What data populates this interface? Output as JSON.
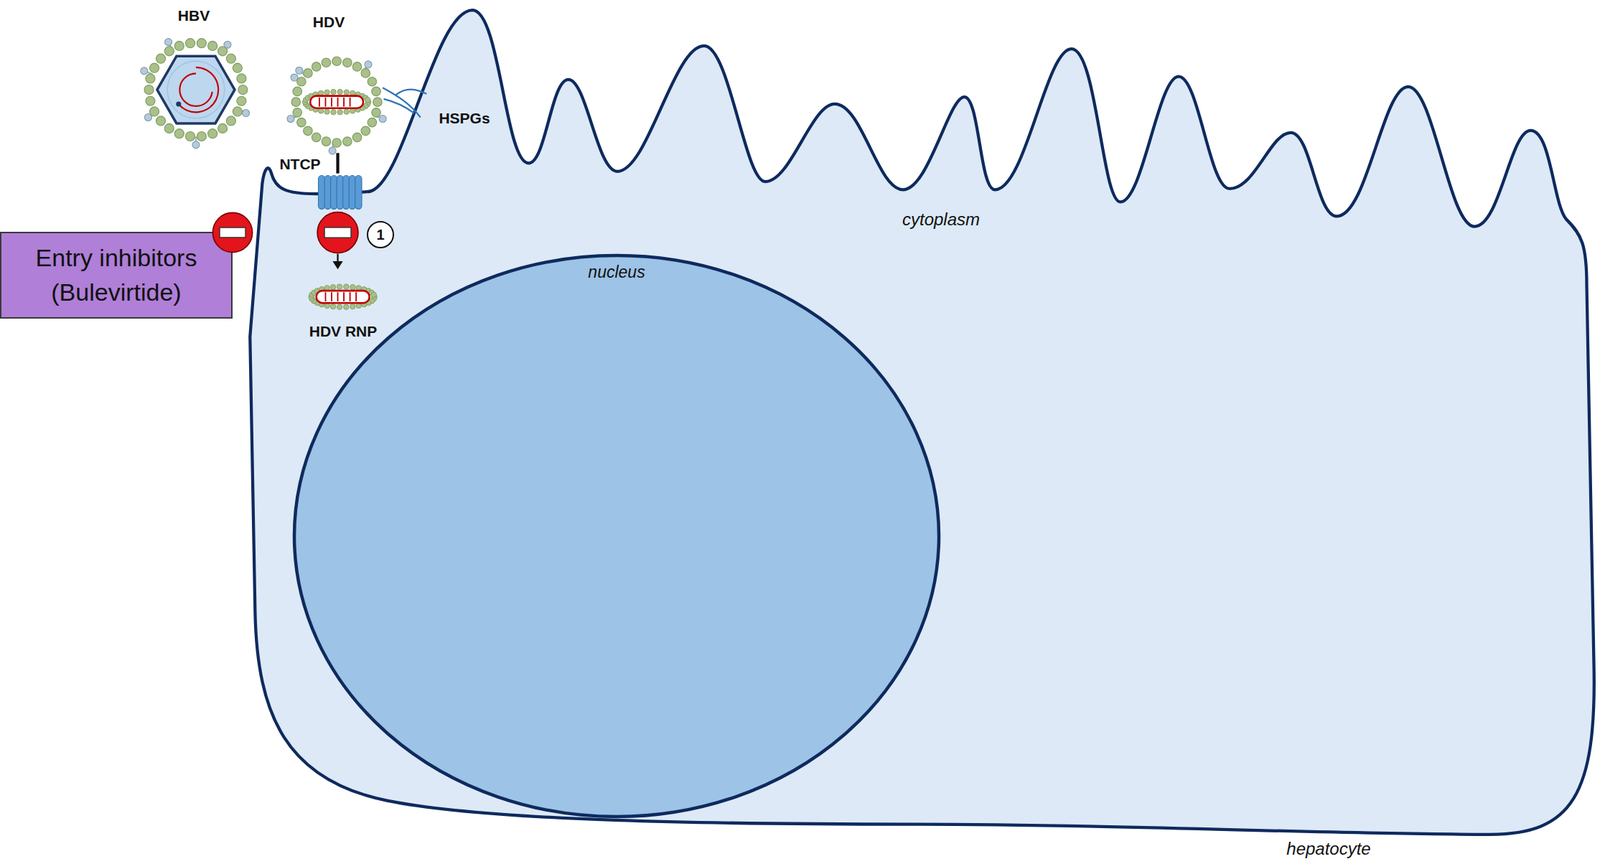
{
  "diagram": {
    "nodes": [
      {
        "text": [
          "Entry inhibitors (Bulevirtide)"
        ]
      },
      {
        "text": [
          "cytoplasm",
          "hepatocyte"
        ]
      },
      {
        "text": [
          "1"
        ],
        "in": 1
      },
      {
        "text": [
          "nucleus"
        ],
        "in": 1
      }
    ],
    "labels": [
      "HBV",
      "HDV",
      "HSPGs",
      "NTCP",
      "HDV RNP"
    ]
  }
}
